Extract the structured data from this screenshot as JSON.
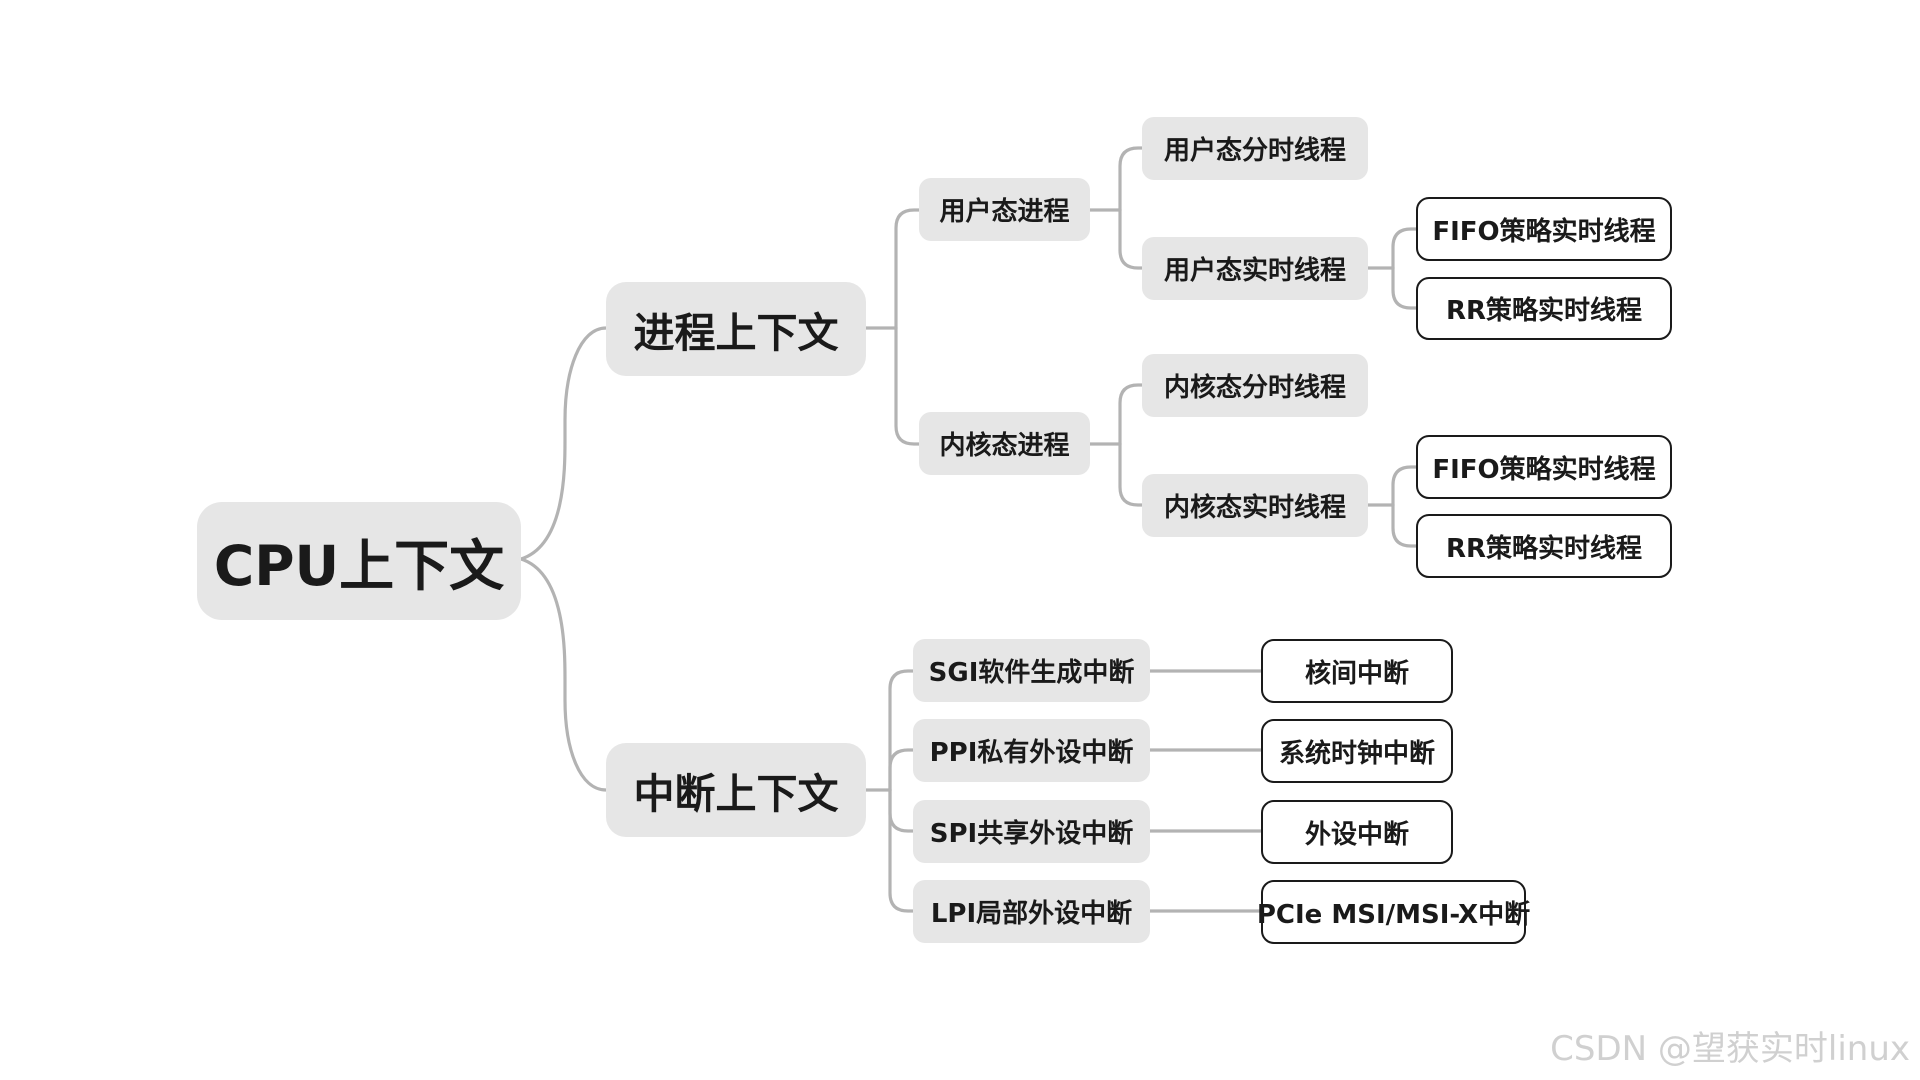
{
  "mindmap": {
    "root": "CPU上下文",
    "process": {
      "title": "进程上下文",
      "user_process": {
        "title": "用户态进程",
        "timeshare": "用户态分时线程",
        "realtime": "用户态实时线程",
        "fifo": "FIFO策略实时线程",
        "rr": "RR策略实时线程"
      },
      "kernel_process": {
        "title": "内核态进程",
        "timeshare": "内核态分时线程",
        "realtime": "内核态实时线程",
        "fifo": "FIFO策略实时线程",
        "rr": "RR策略实时线程"
      }
    },
    "interrupt": {
      "title": "中断上下文",
      "sgi": {
        "title": "SGI软件生成中断",
        "leaf": "核间中断"
      },
      "ppi": {
        "title": "PPI私有外设中断",
        "leaf": "系统时钟中断"
      },
      "spi": {
        "title": "SPI共享外设中断",
        "leaf": "外设中断"
      },
      "lpi": {
        "title": "LPI局部外设中断",
        "leaf": "PCIe MSI/MSI-X中断"
      }
    }
  },
  "watermark": "CSDN @望获实时linux"
}
